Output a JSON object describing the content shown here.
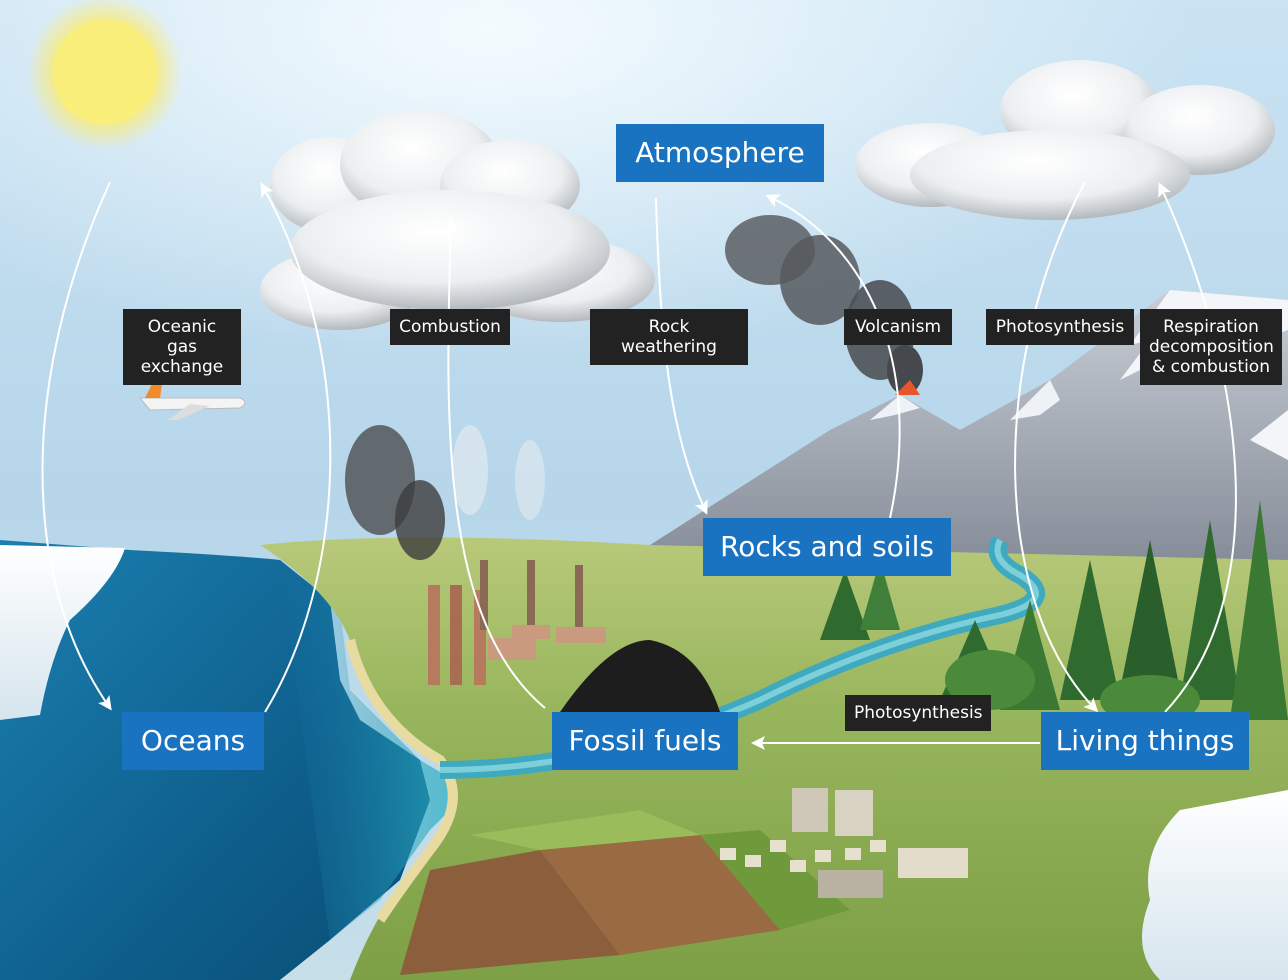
{
  "diagram": {
    "nodes": {
      "atmosphere": "Atmosphere",
      "oceans": "Oceans",
      "fossil_fuels": "Fossil fuels",
      "rocks_soils": "Rocks and soils",
      "living_things": "Living things"
    },
    "processes": {
      "oceanic_gas_exchange": "Oceanic gas exchange",
      "combustion": "Combustion",
      "rock_weathering": "Rock weathering",
      "volcanism": "Volcanism",
      "photosynthesis_up": "Photosynthesis",
      "respiration": "Respiration decomposition & combustion",
      "photosynthesis_low": "Photosynthesis"
    }
  }
}
